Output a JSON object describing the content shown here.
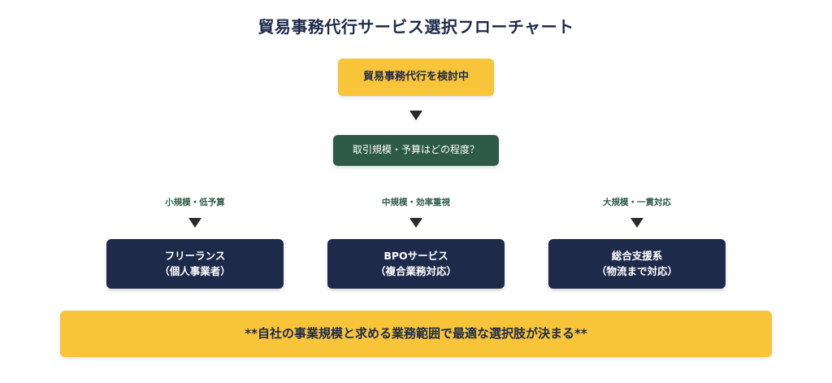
{
  "title": "貿易事務代行サービス選択フローチャート",
  "start_node": "貿易事務代行を検討中",
  "question_node": "取引規模・予算はどの程度？",
  "branches": [
    {
      "label": "小規模・低予算",
      "option_line1": "フリーランス",
      "option_line2": "（個人事業者）"
    },
    {
      "label": "中規模・効率重視",
      "option_line1": "BPOサービス",
      "option_line2": "（複合業務対応）"
    },
    {
      "label": "大規模・一貫対応",
      "option_line1": "総合支援系",
      "option_line2": "（物流まで対応）"
    }
  ],
  "conclusion": "**自社の事業規模と求める業務範囲で最適な選択肢が決まる**",
  "colors": {
    "navy": "#1e2a4a",
    "yellow": "#f7c43a",
    "green": "#2e5a48",
    "arrow": "#2b2b2b"
  }
}
